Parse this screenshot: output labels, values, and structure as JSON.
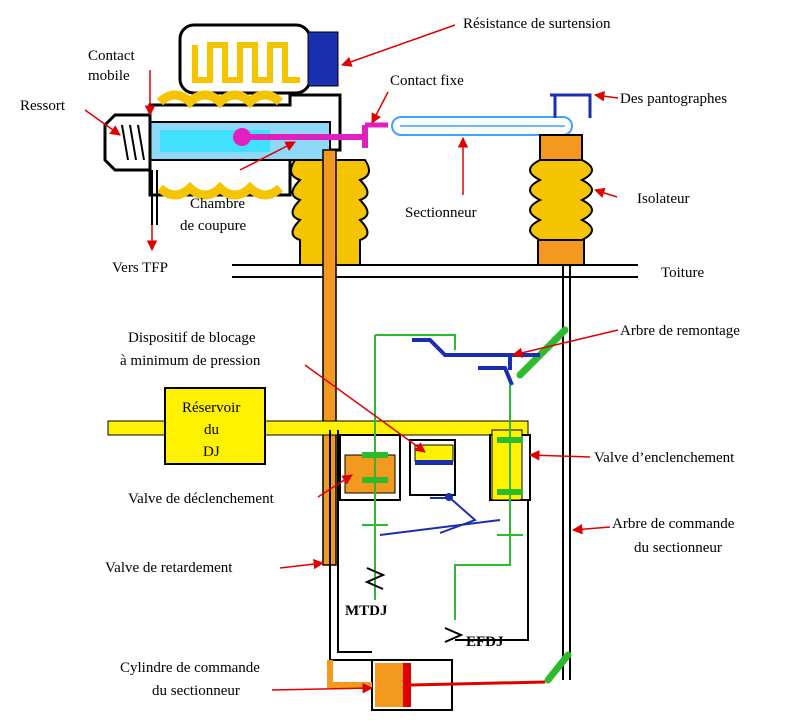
{
  "labels": {
    "resistance": "Résistance de surtension",
    "contact_mobile_1": "Contact",
    "contact_mobile_2": "mobile",
    "ressort": "Ressort",
    "contact_fixe": "Contact fixe",
    "pantographes": "Des pantographes",
    "chambre_1": "Chambre",
    "chambre_2": "de coupure",
    "sectionneur": "Sectionneur",
    "isolateur": "Isolateur",
    "vers_tfp": "Vers TFP",
    "toiture": "Toiture",
    "blocage_1": "Dispositif de blocage",
    "blocage_2": "à minimum de pression",
    "remontage": "Arbre de remontage",
    "reservoir_1": "Réservoir",
    "reservoir_2": "du",
    "reservoir_3": "DJ",
    "enclenchement": "Valve d’enclenchement",
    "declenchement": "Valve de déclenchement",
    "arbre_cmd_1": "Arbre de commande",
    "arbre_cmd_2": "du sectionneur",
    "retardement": "Valve de retardement",
    "mtdj": "MTDJ",
    "efdj": "EFDJ",
    "cylindre_1": "Cylindre de commande",
    "cylindre_2": "du sectionneur"
  },
  "colors": {
    "yellow": "#FFF200",
    "orange": "#F39A1E",
    "gold": "#F5C400",
    "navy": "#1A2FB0",
    "magenta": "#E020C0",
    "green": "#2CBB2C",
    "red": "#E00000",
    "cyan": "#40E0FF",
    "lightblue": "#8ED8F8"
  }
}
